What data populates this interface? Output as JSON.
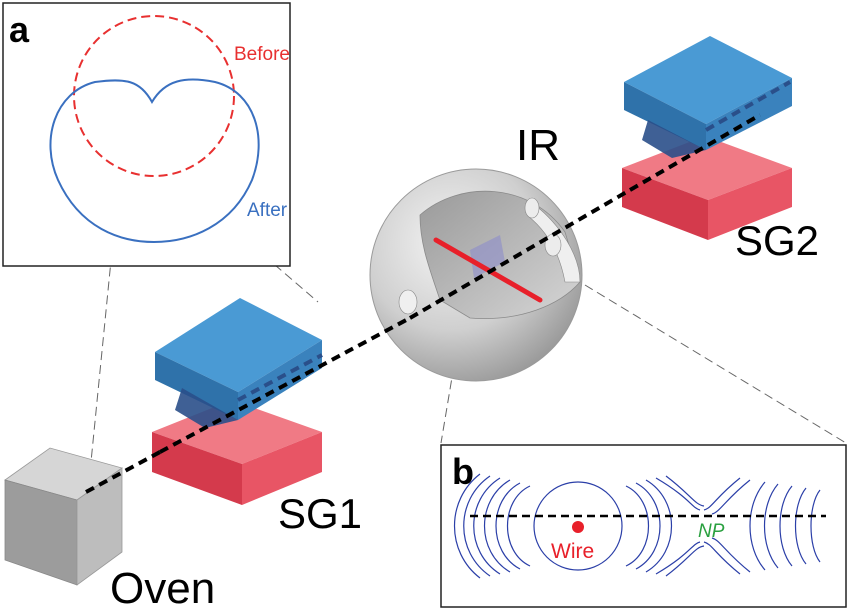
{
  "panel_a": {
    "letter": "a",
    "before_label": "Before",
    "after_label": "After"
  },
  "panel_b": {
    "letter": "b",
    "wire_label": "Wire",
    "np_label": "NP"
  },
  "labels": {
    "ir": "IR",
    "sg1": "SG1",
    "sg2": "SG2",
    "oven": "Oven"
  },
  "colors": {
    "magnet_top": "#3a86c0",
    "magnet_bottom": "#e0485a",
    "wire": "#e8202a",
    "before": "#e83030",
    "after": "#3a70c0",
    "field_lines": "#2b3fa8",
    "np": "#2aa040",
    "oven": "#b8b8b8"
  }
}
